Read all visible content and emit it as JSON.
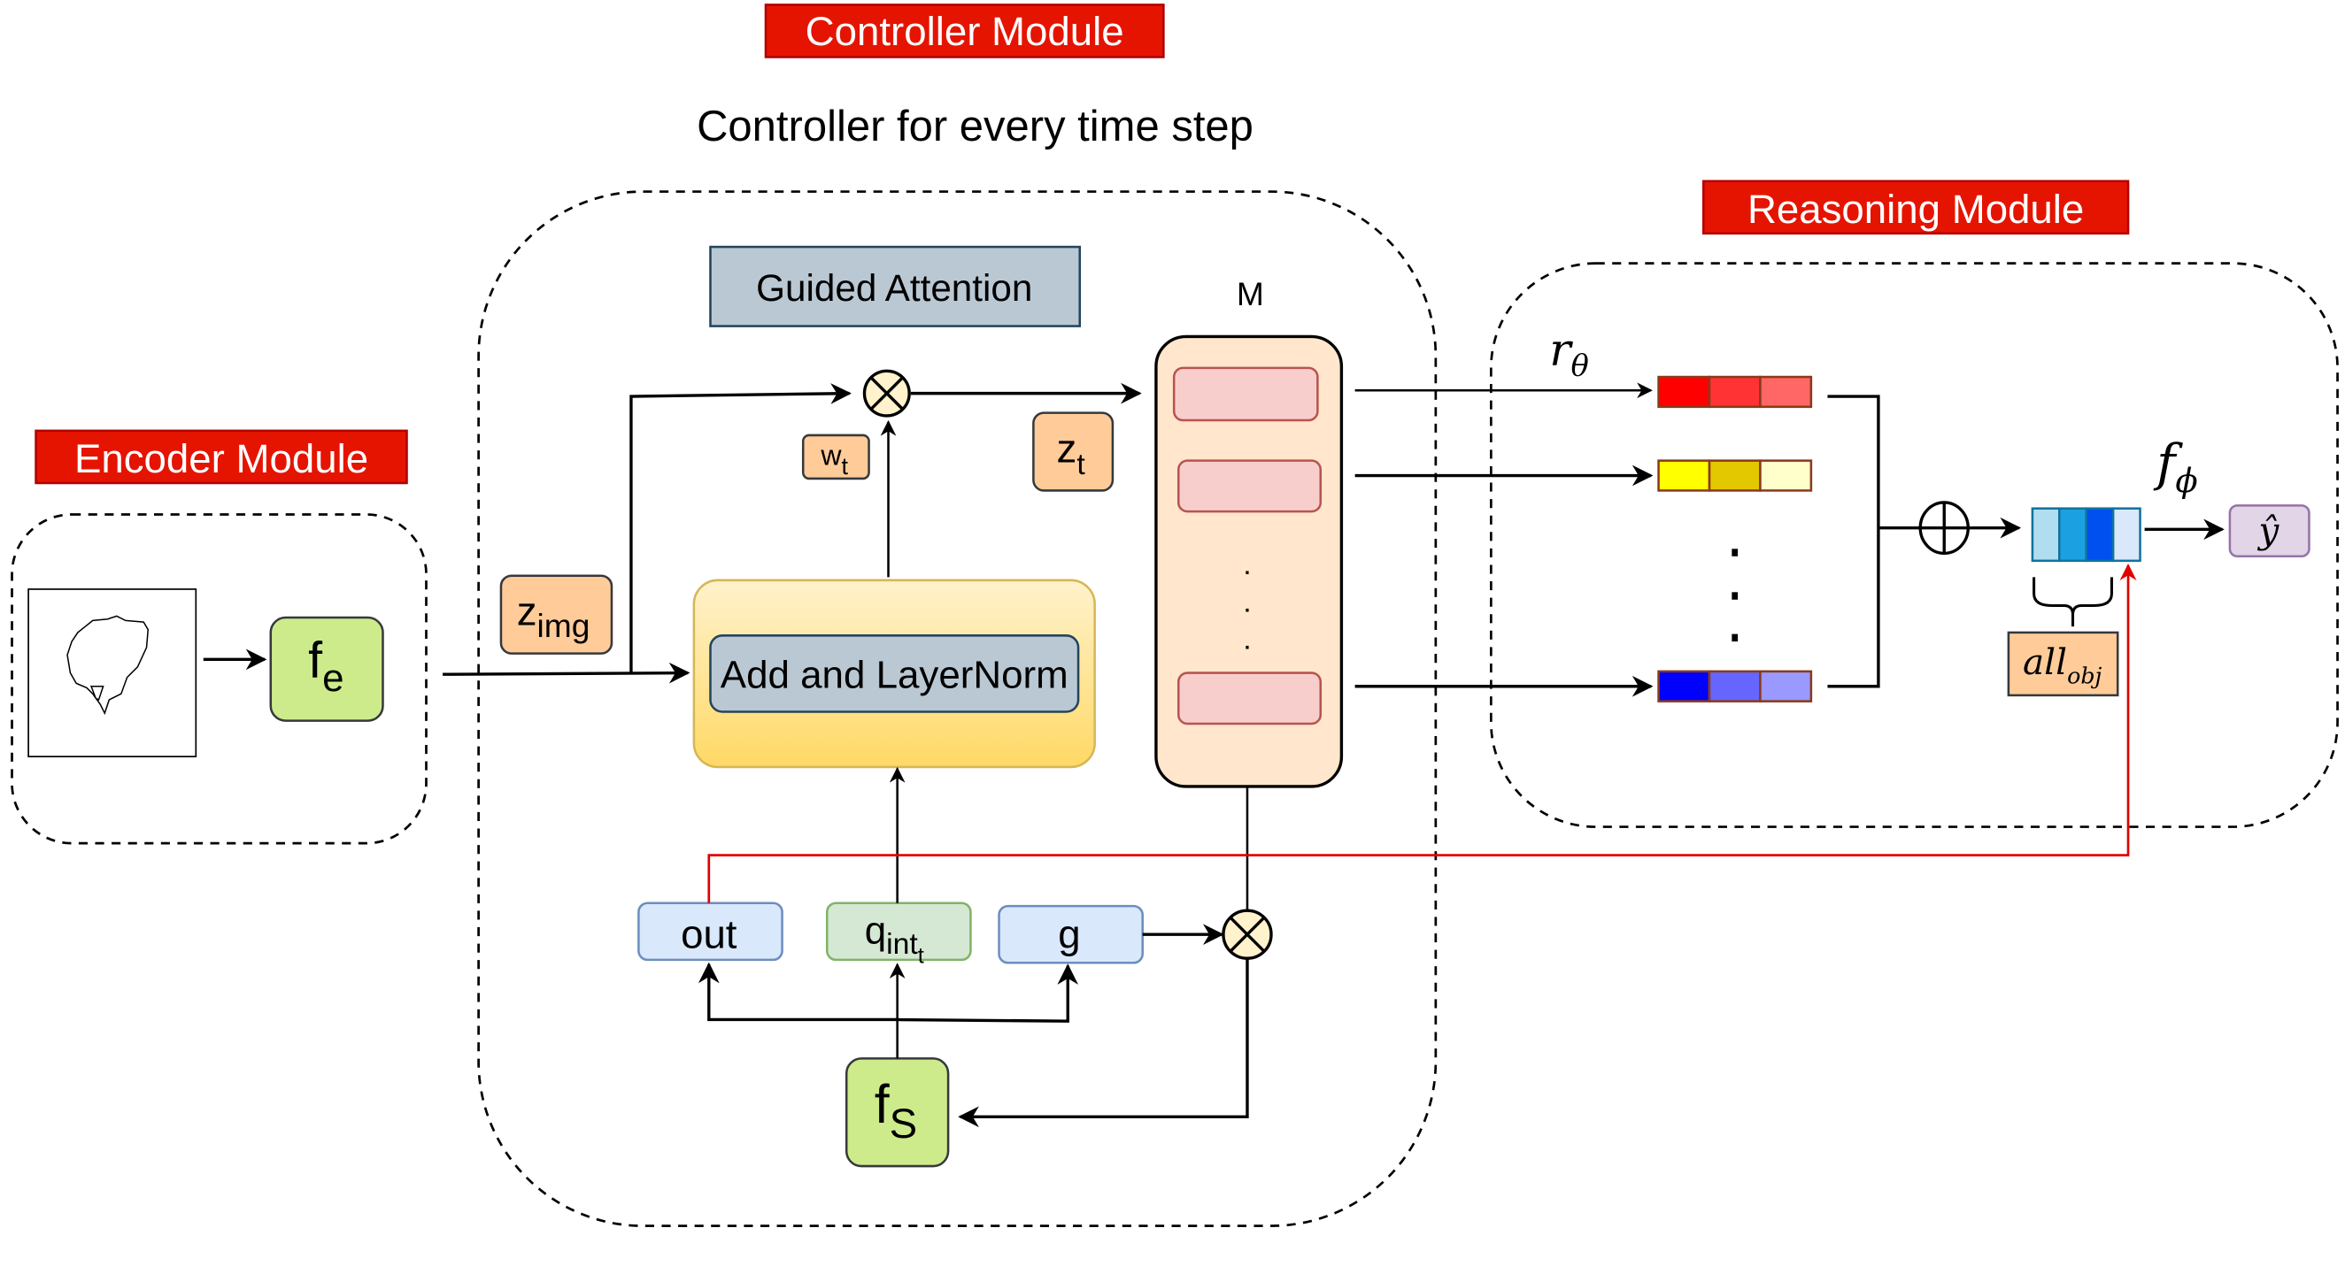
{
  "modules": {
    "encoder": {
      "label": "Encoder Module"
    },
    "controller": {
      "label": "Controller Module",
      "subtitle": "Controller for every time step"
    },
    "reasoning": {
      "label": "Reasoning Module"
    }
  },
  "encoder": {
    "function": {
      "base": "f",
      "sub": "e"
    }
  },
  "controller": {
    "guided_attention": "Guided Attention",
    "add_layernorm": "Add and LayerNorm",
    "memory_label": "M",
    "memory_slots_visible": 3,
    "memory_ellipsis": ". . .",
    "z_img": {
      "base": "z",
      "sub": "img"
    },
    "w_t": {
      "base": "w",
      "sub": "t"
    },
    "z_t": {
      "base": "z",
      "sub": "t"
    },
    "out": "out",
    "q_int": {
      "base": "q",
      "sub": "int",
      "subsub": "t"
    },
    "g": "g",
    "f_s": {
      "base": "f",
      "sub": "S"
    }
  },
  "reasoning": {
    "r_theta": {
      "base": "r",
      "sub": "θ"
    },
    "f_phi": {
      "base": "f",
      "sub": "ϕ"
    },
    "y_hat": "ŷ",
    "all_obj": {
      "base": "all",
      "sub": "obj"
    },
    "vectors": [
      {
        "colors": [
          "#ff0000",
          "#ff3333",
          "#ff6666"
        ]
      },
      {
        "colors": [
          "#ffff00",
          "#e3c800",
          "#ffffcc"
        ]
      },
      {
        "colors": [
          "#0000ff",
          "#6666ff",
          "#9999ff"
        ]
      }
    ],
    "vector_ellipsis": ". . .",
    "concat_colors": [
      "#b1ddf0",
      "#1ba1e2",
      "#0050ef",
      "#dae8fc"
    ]
  },
  "colors": {
    "module_label_bg": "#e51400",
    "function_green": "#cdeb8b",
    "latent_orange": "#ffcc99",
    "attention_gray": "#bac8d3",
    "memory_bg": "#ffe6cc",
    "memory_slot": "#f8cecc",
    "out_blue": "#dae8fc",
    "q_green": "#d5e8d4",
    "y_purple": "#e1d5e7",
    "skip_line": "#e00000"
  }
}
